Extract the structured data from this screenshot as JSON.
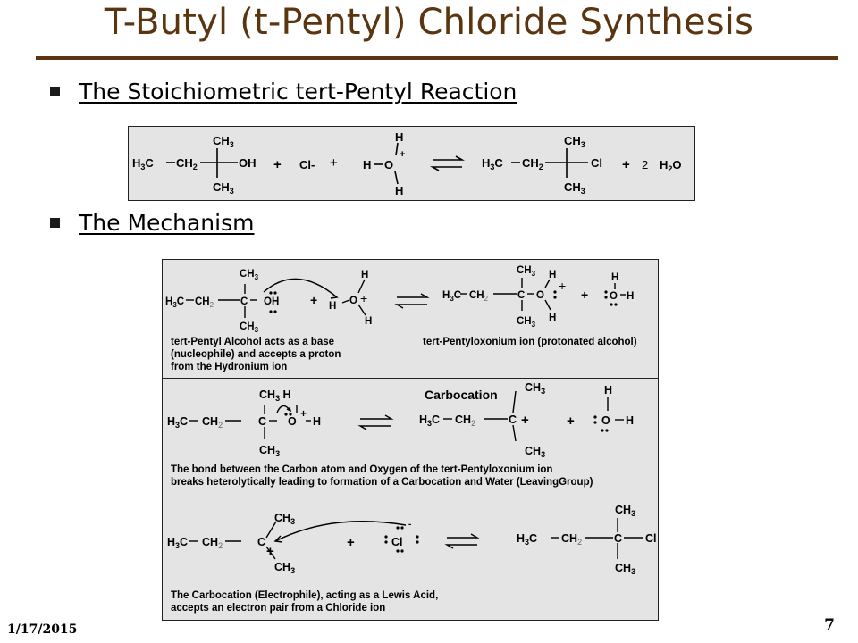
{
  "slide": {
    "title": "T-Butyl (t-Pentyl) Chloride Synthesis",
    "bullets": [
      "The Stoichiometric tert-Pentyl Reaction",
      "The Mechanism"
    ],
    "date": "1/17/2015",
    "page": "7"
  },
  "reaction": {
    "plus": "+",
    "two": "2",
    "cl_minus": "Cl-",
    "oh": "OH",
    "cl": "Cl",
    "h": "H",
    "o": "O",
    "c": "C"
  },
  "mechanism": {
    "step1_caption_left": [
      "tert-Pentyl Alcohol acts as a base",
      "(nucleophile) and accepts a proton",
      "from the Hydronium ion"
    ],
    "step1_caption_right": "tert-Pentyloxonium ion (protonated alcohol)",
    "carbocation_label": "Carbocation",
    "step2_caption": [
      "The bond between the Carbon atom and Oxygen of the tert-Pentyloxonium ion",
      "breaks heterolytically leading to formation of a Carbocation and Water (LeavingGroup)"
    ],
    "step3_caption": [
      "The Carbocation (Electrophile), acting as a Lewis Acid,",
      "accepts an electron pair from a Chloride ion"
    ]
  }
}
